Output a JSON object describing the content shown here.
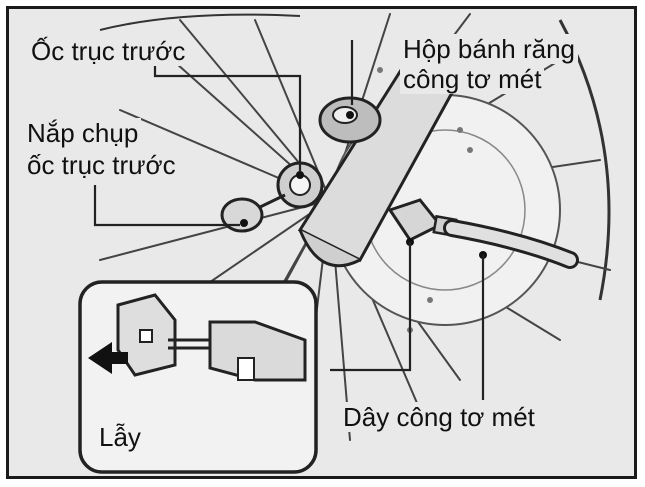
{
  "labels": {
    "axle_nut": "Ốc trục trước",
    "gearbox_line1": "Hộp bánh răng",
    "gearbox_line2": "công tơ mét",
    "cap_line1": "Nắp chụp",
    "cap_line2": "ốc trục trước",
    "cable": "Dây công tơ mét",
    "tab": "Lẫy"
  },
  "colors": {
    "background": "#e9e9e9",
    "ink": "#111111",
    "metal": "#d8d8d8",
    "frame": "#1a1a1a"
  }
}
